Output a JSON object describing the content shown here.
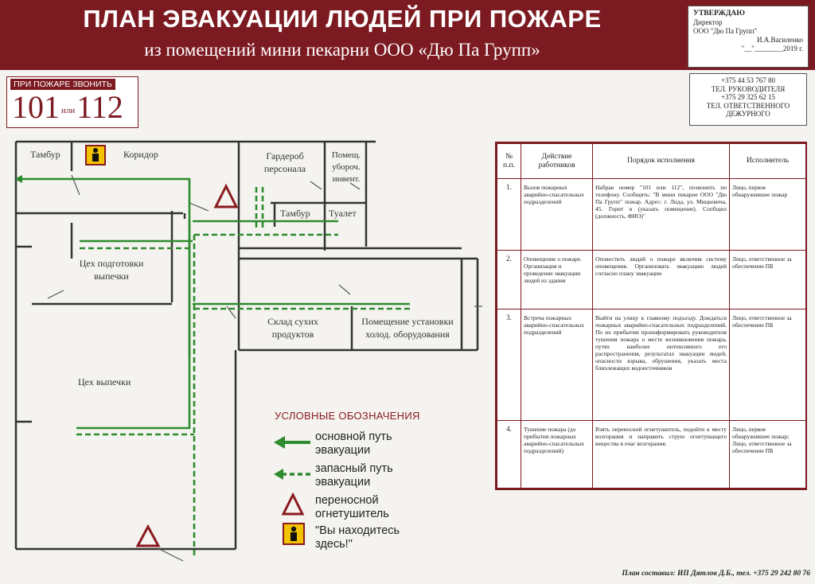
{
  "header": {
    "title": "ПЛАН ЭВАКУАЦИИ ЛЮДЕЙ ПРИ ПОЖАРЕ",
    "subtitle": "из помещений мини пекарни ООО «Дю Па Групп»"
  },
  "approval": {
    "line1": "УТВЕРЖДАЮ",
    "line2": "Директор",
    "line3": "ООО \"Дю Па Групп\"",
    "line4": "И.А.Василенко",
    "line5": "\"__\"________2019 г."
  },
  "emergency_call": {
    "label": "ПРИ ПОЖАРЕ ЗВОНИТЬ",
    "num1": "101",
    "or": "или",
    "num2": "112"
  },
  "phones": {
    "p1": "+375 44 53 767 80",
    "l1": "ТЕЛ. РУКОВОДИТЕЛЯ",
    "p2": "+375 29 325 62 15",
    "l2": "ТЕЛ. ОТВЕТСТВЕННОГО",
    "l3": "ДЕЖУРНОГО"
  },
  "rooms": {
    "tambur1": "Тамбур",
    "corridor": "Коридор",
    "wardrobe": "Гардероб персонала",
    "cleaning": "Помещ. убороч. инвент.",
    "tambur2": "Тамбур",
    "toilet": "Туалет",
    "prep": "Цех подготовки выпечки",
    "warehouse": "Склад сухих продуктов",
    "cooling": "Помещение установки холод. оборудования",
    "baking": "Цех выпечки"
  },
  "legend": {
    "title": "УСЛОВНЫЕ ОБОЗНАЧЕНИЯ",
    "main_route": "основной путь эвакуации",
    "spare_route": "запасный путь эвакуации",
    "extinguisher": "переносной огнетушитель",
    "you_are_here": "\"Вы находитесь здесь!\""
  },
  "table": {
    "headers": [
      "№ п.п.",
      "Действие работников",
      "Порядок исполнения",
      "Исполнитель"
    ],
    "rows": [
      {
        "n": "1.",
        "action": "Вызов пожарных аварийно-спасательных подразделений",
        "order": "Набрав номер \"101 или 112\", позвонить по телефону. Сообщить: \"В мини пекарне ООО \"Дю Па Групп\" пожар. Адрес: г. Лида, ул. Мицкевича, 45. Горит в (указать помещение). Сообщил (должность, ФИО)\"",
        "executor": "Лицо, первое обнаружившее пожар"
      },
      {
        "n": "2.",
        "action": "Оповещение о пожаре. Организация и проведение эвакуации людей из здания",
        "order": "Оповестить людей о пожаре включив систему оповещения. Организовать эвакуацию людей согласно плану эвакуации",
        "executor": "Лицо, ответственное за обеспечение ПБ"
      },
      {
        "n": "3.",
        "action": "Встреча пожарных аварийно-спасательных подразделений",
        "order": "Выйти на улицу к главному подъезду. Дождаться пожарных аварийно-спасательных подразделений. По их прибытии проинформировать руководителя тушения пожара о месте возникновения пожара, путях наиболее интенсивного его распространения, результатах эвакуации людей, опасности взрыва, обрушения, указать места близлежащих водоисточников",
        "executor": "Лицо, ответственное за обеспечение ПБ"
      },
      {
        "n": "4.",
        "action": "Тушение пожара (до прибытия пожарных аварийно-спасательных подразделений)",
        "order": "Взять переносной огнетушитель, подойти к месту возгорания и направить струю огнетушащего вещества в очаг возгорания.",
        "executor": "Лицо, первое обнаружившее пожар; Лицо, ответственное за обеспечение ПБ"
      }
    ]
  },
  "footer": "План составил: ИП Дятлов Д.Б., тел. +375 29 242 80 76",
  "colors": {
    "brand": "#7c1a21",
    "route": "#2e8b2e",
    "extinguisher": "#8a1a1f",
    "here_bg": "#f2c300"
  }
}
